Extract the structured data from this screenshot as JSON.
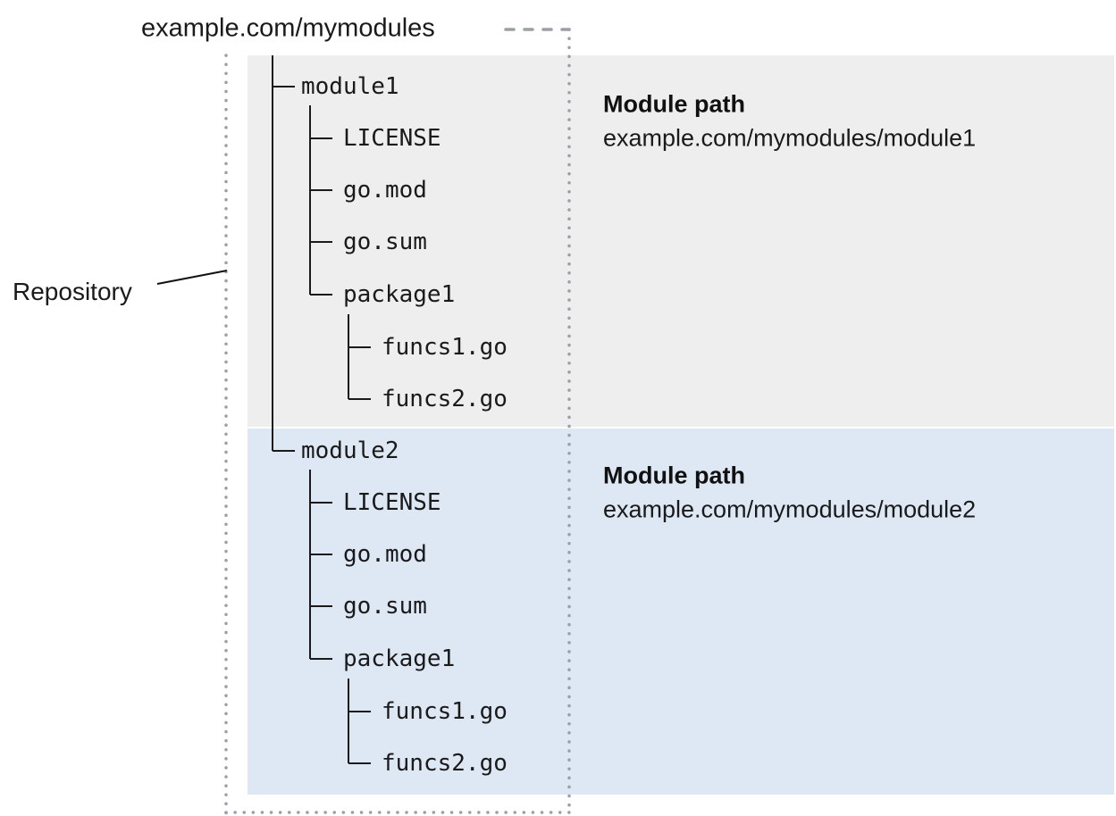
{
  "title": "example.com/mymodules",
  "repository_label": "Repository",
  "colors": {
    "module1_bg": "#eeeeee",
    "module2_bg": "#dde8f4",
    "dotted_border": "#9aa0a6",
    "tree_line": "#1a1a1a"
  },
  "modules": [
    {
      "name": "module1",
      "files": [
        "LICENSE",
        "go.mod",
        "go.sum"
      ],
      "package": {
        "name": "package1",
        "files": [
          "funcs1.go",
          "funcs2.go"
        ]
      },
      "path_label": "Module path",
      "path": "example.com/mymodules/module1"
    },
    {
      "name": "module2",
      "files": [
        "LICENSE",
        "go.mod",
        "go.sum"
      ],
      "package": {
        "name": "package1",
        "files": [
          "funcs1.go",
          "funcs2.go"
        ]
      },
      "path_label": "Module path",
      "path": "example.com/mymodules/module2"
    }
  ]
}
